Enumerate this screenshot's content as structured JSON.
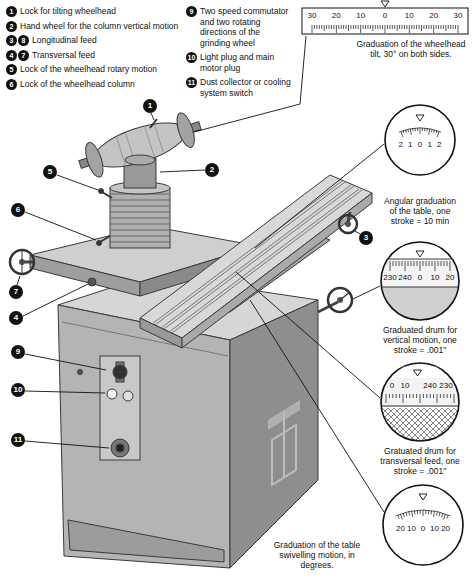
{
  "diagram": {
    "nodes": [
      {
        "text": [
          "30",
          "20",
          "10",
          "0",
          "10",
          "20",
          "30",
          "Graduation of the wheelhead tilt, 30° on both sides."
        ]
      },
      {
        "text": [
          "2",
          "1",
          "0",
          "1",
          "2",
          "Angular graduation of the table, one stroke = 10 min"
        ]
      },
      {
        "text": [
          "230",
          "240",
          "0",
          "10",
          "20",
          "Graduated drum for vertical motion, one stroke = .001\""
        ]
      },
      {
        "text": [
          "0",
          "10",
          "240",
          "230",
          "Gratuated drum for transversal feed, one stroke = .001\""
        ]
      },
      {
        "text": [
          "20",
          "10",
          "0",
          "10",
          "20",
          "Graduation of the table swivelling motion, in degrees."
        ]
      }
    ],
    "labels": [
      "1",
      "Lock for tilting wheelhead",
      "2",
      "Hand wheel for the column vertical motion",
      "3",
      "8",
      "Longitudinal feed",
      "4",
      "7",
      "Transversal feed",
      "5",
      "Lock of the wheelhead rotary motion",
      "6",
      "Lock of the wheelhead column",
      "9",
      "Two speed commutator and two rotating directions of the grinding wheel",
      "10",
      "Light plug and main motor plug",
      "11",
      "Dust collector or cooling system switch",
      "1",
      "2",
      "5",
      "6",
      "3",
      "7",
      "4",
      "9",
      "10",
      "11"
    ]
  }
}
